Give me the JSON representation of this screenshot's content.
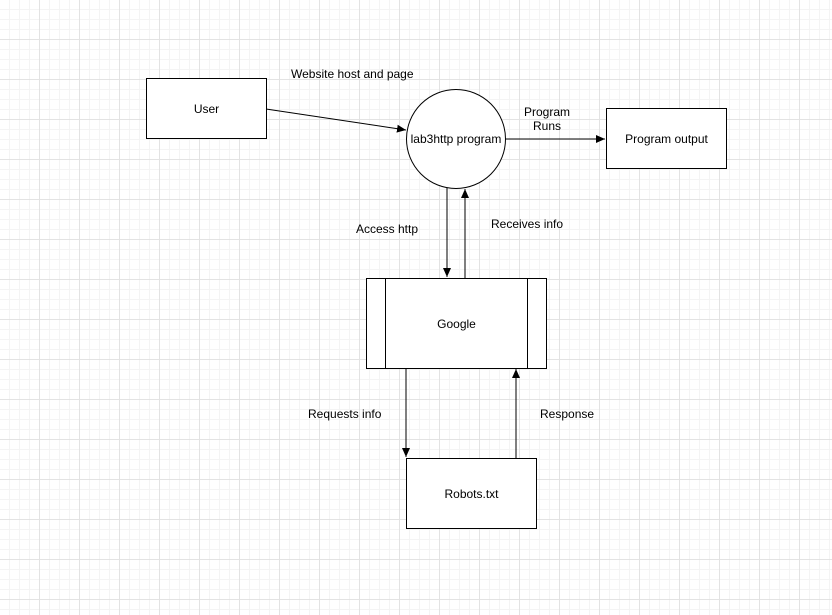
{
  "nodes": {
    "user": "User",
    "program": "lab3http program",
    "output": "Program output",
    "google": "Google",
    "robots": "Robots.txt"
  },
  "edges": {
    "user_to_program": "Website host and page",
    "program_to_output_line1": "Program",
    "program_to_output_line2": "Runs",
    "program_to_google": "Access http",
    "google_to_program": "Receives info",
    "google_to_robots": "Requests info",
    "robots_to_google": "Response"
  }
}
